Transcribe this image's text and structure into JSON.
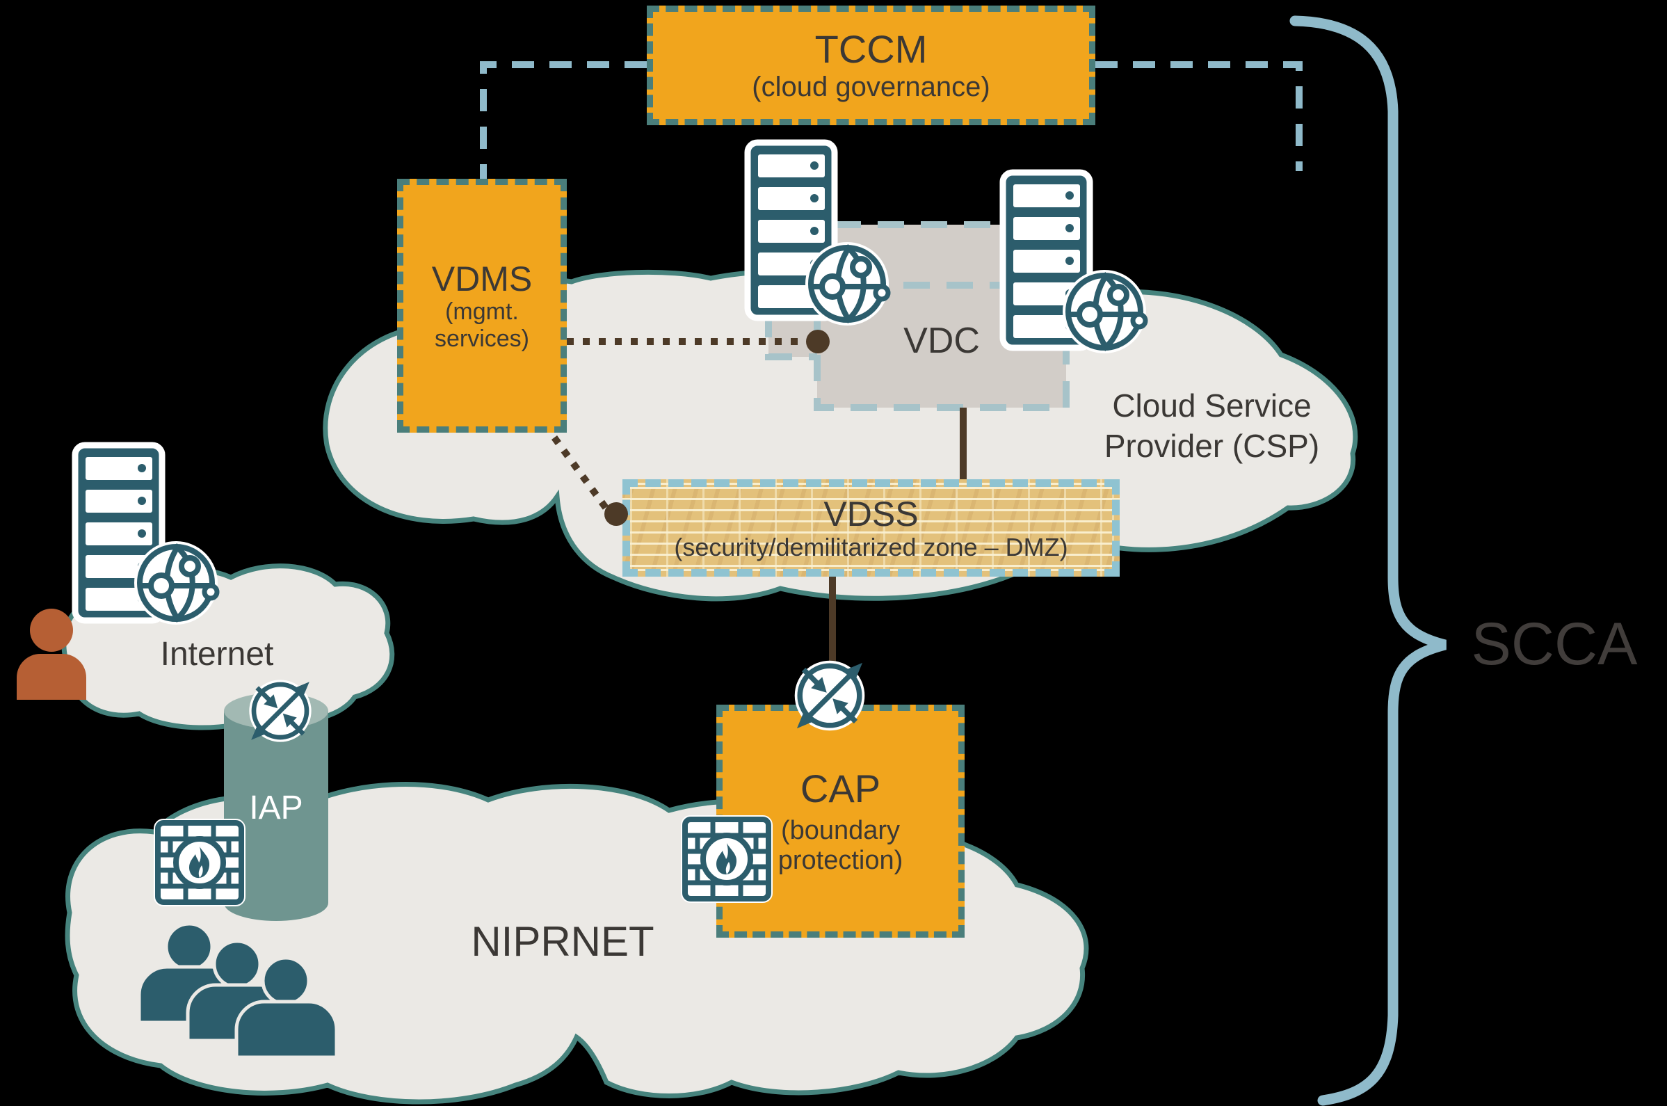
{
  "diagram": {
    "name": "SCCA architecture diagram",
    "brace_label": "SCCA"
  },
  "nodes": {
    "tccm": {
      "label": "TCCM",
      "sublabel": "(cloud governance)"
    },
    "vdms": {
      "label": "VDMS",
      "sublabel": "(mgmt. services)"
    },
    "vdc": {
      "label": "VDC"
    },
    "vdss": {
      "label": "VDSS",
      "sublabel": "(security/demilitarized zone – DMZ)"
    },
    "csp": {
      "label": "Cloud Service Provider (CSP)"
    },
    "internet": {
      "label": "Internet"
    },
    "iap": {
      "label": "IAP"
    },
    "niprnet": {
      "label": "NIPRNET"
    },
    "cap": {
      "label": "CAP",
      "sublabel": "(boundary protection)"
    },
    "scca": {
      "label": "SCCA"
    }
  },
  "icons": {
    "server": "server-rack-icon",
    "globe": "network-globe-icon",
    "firewall": "firewall-brick-flame-icon",
    "router": "crossed-arrows-router-icon",
    "person": "user-person-icon",
    "people": "user-group-icon",
    "cylinder": "iap-pipe-cylinder"
  },
  "colors": {
    "box_orange": "#F1A51D",
    "box_border_teal": "#4A7E7B",
    "icon_teal": "#2C5D6C",
    "cloud_fill": "#EBE9E5",
    "cloud_stroke": "#46837D",
    "vdc_gray": "#D2CDC8",
    "vdc_dash": "#A7C3C9",
    "vdss_brick": "#E3C17B",
    "vdss_dash": "#8FC3D1",
    "connector_brown": "#4D3A27",
    "connector_blue": "#8FBACA",
    "iap_cylinder": "#6F9590",
    "person_orange": "#B65F34",
    "text_dark": "#3B3835"
  }
}
